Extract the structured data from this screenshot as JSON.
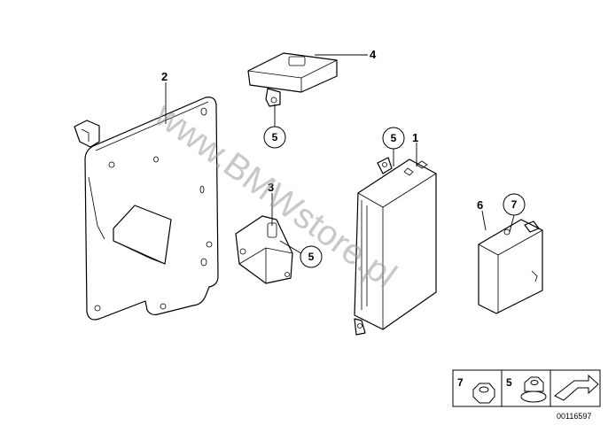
{
  "watermark": "www.BMWstore.pl",
  "part_labels": {
    "p1": "1",
    "p2": "2",
    "p3": "3",
    "p4": "4",
    "p6": "6"
  },
  "callouts": {
    "c_under_4": "5",
    "c_above_1": "5",
    "c_right_3": "5",
    "c_above_6": "7"
  },
  "legend": {
    "nut_label": "7",
    "screw_label": "5"
  },
  "document_id": "00116597"
}
